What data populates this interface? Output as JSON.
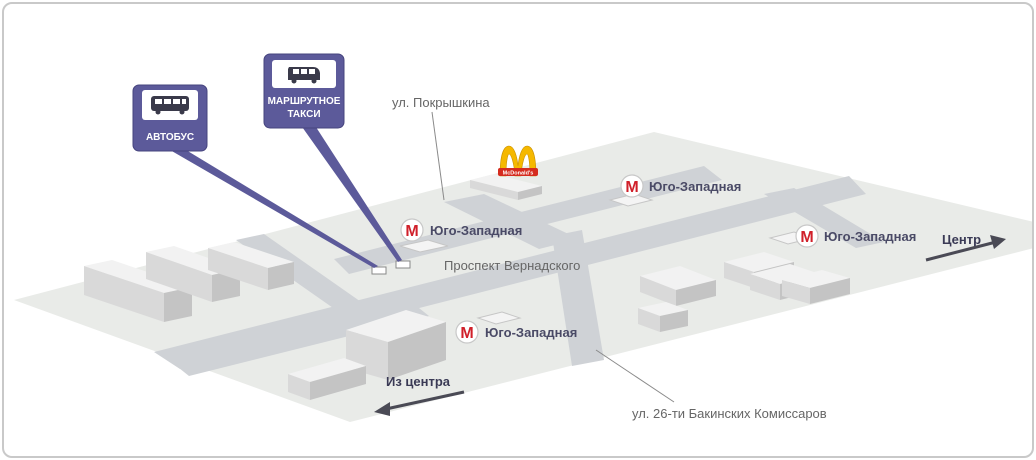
{
  "streets": {
    "pokryshkina": "ул. Покрышкина",
    "vernadskogo": "Проспект Вернадского",
    "komissarov": "ул. 26-ти Бакинских Комиссаров"
  },
  "metro": {
    "glyph": "M",
    "station_name": "Юго-Западная",
    "entrances": [
      "Юго-Западная",
      "Юго-Западная",
      "Юго-Западная",
      "Юго-Западная"
    ],
    "color": "#d0202a"
  },
  "transport": {
    "bus_label": "АВТОБУС",
    "minibus_label_line1": "МАРШРУТНОЕ",
    "minibus_label_line2": "ТАКСИ",
    "sign_color": "#5c5a9a"
  },
  "directions": {
    "to_center": "Центр",
    "from_center": "Из центра"
  },
  "landmark": {
    "name": "McDonald's",
    "logo_text": "McDonald's",
    "logo_color": "#f5b800",
    "logo_bg": "#d52b1e"
  },
  "colors": {
    "ground": "#e9ebe8",
    "road": "#cfd2d6",
    "building_top": "#f2f2f2",
    "building_side": "#d9d9d9",
    "building_front": "#c4c4c4"
  }
}
